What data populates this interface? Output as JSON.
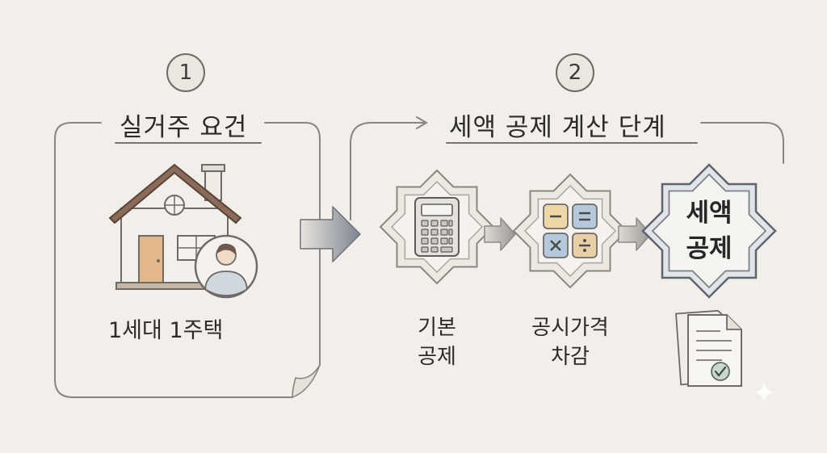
{
  "step1": {
    "number": "1",
    "title": "실거주 요건",
    "caption": "1세대 1주택"
  },
  "step2": {
    "number": "2",
    "title": "세액 공제 계산 단계",
    "stages": [
      {
        "line1": "기본",
        "line2": "공제",
        "icon": "calculator-icon"
      },
      {
        "line1": "공시가격",
        "line2": "차감",
        "icon": "math-operators-icon"
      },
      {
        "line1": "세액",
        "line2": "공제",
        "icon": "final-badge"
      }
    ]
  },
  "icons": {
    "house": "house-icon",
    "person": "person-avatar-icon",
    "document": "document-check-icon"
  },
  "colors": {
    "background": "#f2efea",
    "roof": "#8a6a58",
    "door": "#e2b88a",
    "minus_tile": "#eed7a6",
    "equals_tile": "#b6c9dc",
    "times_tile": "#b6c9dc",
    "divide_tile": "#e9cfa8"
  }
}
